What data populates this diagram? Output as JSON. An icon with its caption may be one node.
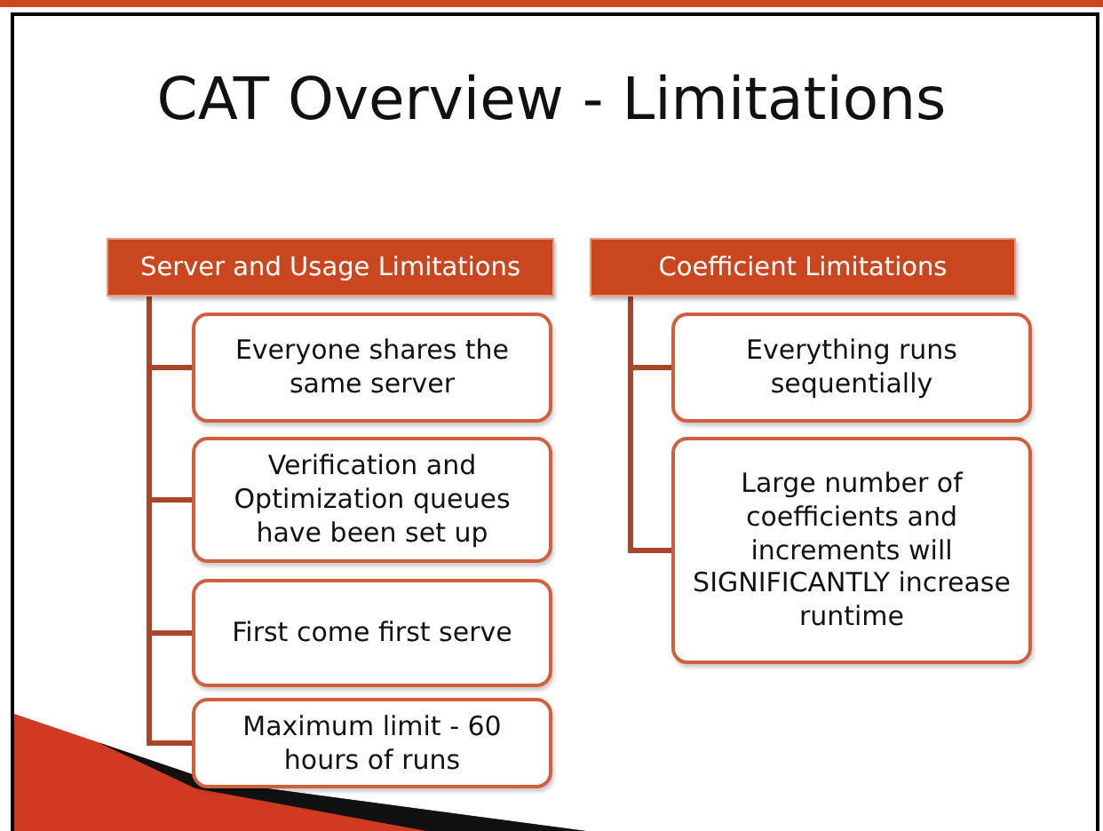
{
  "diagram": {
    "title": "CAT Overview - Limitations",
    "nodes": [
      {
        "text": [
          "Server and Usage Limitations"
        ]
      },
      {
        "text": [
          "Everyone shares the same server"
        ]
      },
      {
        "text": [
          "Verification and Optimization queues have been set up"
        ]
      },
      {
        "text": [
          "First come first serve"
        ]
      },
      {
        "text": [
          "Maximum limit - 60 hours of runs"
        ]
      },
      {
        "text": [
          "Coefficient Limitations"
        ]
      },
      {
        "text": [
          "Everything runs sequentially"
        ]
      },
      {
        "text": [
          "Large number of coefficients and increments will SIGNIFICANTLY increase runtime"
        ]
      }
    ],
    "edges": [
      {
        "from": 0,
        "to": 1,
        "arrow": "none"
      },
      {
        "from": 0,
        "to": 2,
        "arrow": "none"
      },
      {
        "from": 0,
        "to": 3,
        "arrow": "none"
      },
      {
        "from": 0,
        "to": 4,
        "arrow": "none"
      },
      {
        "from": 5,
        "to": 6,
        "arrow": "none"
      },
      {
        "from": 5,
        "to": 7,
        "arrow": "none"
      }
    ]
  }
}
